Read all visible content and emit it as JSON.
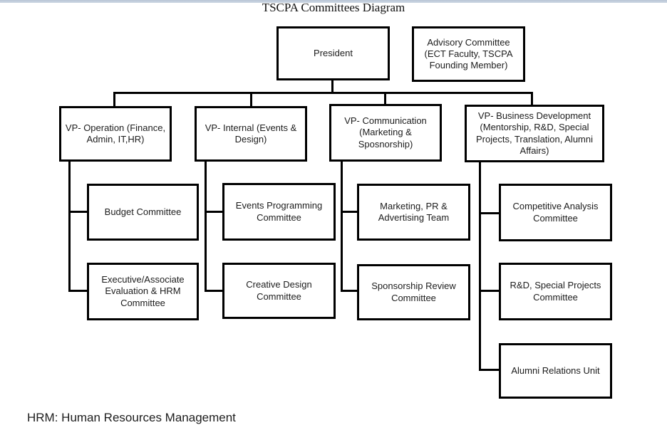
{
  "title": "TSCPA Committees Diagram",
  "footnote": "HRM: Human Resources Management",
  "colors": {
    "background": "#ffffff",
    "top_band": "#ccd7e3",
    "line": "#000000",
    "border": "#000000",
    "text": "#1c1c1c"
  },
  "nodes": {
    "president": {
      "label": "President"
    },
    "advisory": {
      "label": "Advisory Committee (ECT Faculty, TSCPA Founding Member)"
    },
    "vp_operation": {
      "label": "VP- Operation (Finance, Admin, IT,HR)"
    },
    "vp_internal": {
      "label": "VP- Internal (Events & Design)"
    },
    "vp_communication": {
      "label": "VP- Communication (Marketing & Sposnorship)"
    },
    "vp_business": {
      "label": "VP- Business Development (Mentorship, R&D, Special Projects, Translation, Alumni Affairs)"
    },
    "budget": {
      "label": "Budget Committee"
    },
    "executive_hrm": {
      "label": "Executive/Associate Evaluation & HRM Committee"
    },
    "events_programming": {
      "label": "Events Programming Committee"
    },
    "creative_design": {
      "label": "Creative Design Committee"
    },
    "marketing_pr": {
      "label": "Marketing, PR & Advertising Team"
    },
    "sponsorship_review": {
      "label": "Sponsorship Review Committee"
    },
    "competitive_analysis": {
      "label": "Competitive Analysis Committee"
    },
    "rd_special_projects": {
      "label": "R&D, Special Projects Committee"
    },
    "alumni_relations": {
      "label": "Alumni Relations Unit"
    }
  },
  "edges": [
    {
      "from": "president",
      "to": "vp_operation"
    },
    {
      "from": "president",
      "to": "vp_internal"
    },
    {
      "from": "president",
      "to": "vp_communication"
    },
    {
      "from": "president",
      "to": "vp_business"
    },
    {
      "from": "vp_operation",
      "to": "budget"
    },
    {
      "from": "vp_operation",
      "to": "executive_hrm"
    },
    {
      "from": "vp_internal",
      "to": "events_programming"
    },
    {
      "from": "vp_internal",
      "to": "creative_design"
    },
    {
      "from": "vp_communication",
      "to": "marketing_pr"
    },
    {
      "from": "vp_communication",
      "to": "sponsorship_review"
    },
    {
      "from": "vp_business",
      "to": "competitive_analysis"
    },
    {
      "from": "vp_business",
      "to": "rd_special_projects"
    },
    {
      "from": "vp_business",
      "to": "alumni_relations"
    }
  ]
}
